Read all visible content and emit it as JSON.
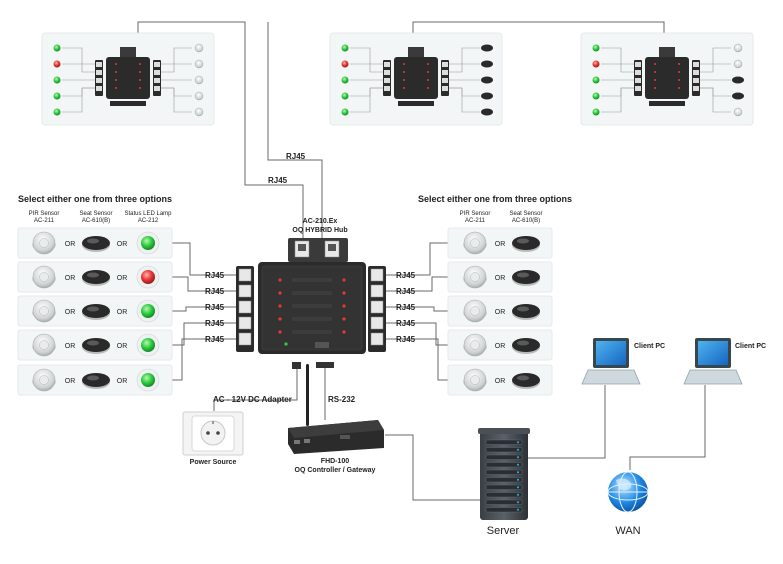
{
  "left_panel": {
    "title": "Select either one from three options",
    "headers": {
      "pir": [
        "PIR Sensor",
        "AC-211"
      ],
      "seat": [
        "Seat Sensor",
        "AC-610(B)"
      ],
      "led": [
        "Status LED Lamp",
        "AC-212"
      ]
    },
    "rows": [
      {
        "or1": "OR",
        "or2": "OR",
        "led": "green"
      },
      {
        "or1": "OR",
        "or2": "OR",
        "led": "red"
      },
      {
        "or1": "OR",
        "or2": "OR",
        "led": "green"
      },
      {
        "or1": "OR",
        "or2": "OR",
        "led": "green"
      },
      {
        "or1": "OR",
        "or2": "OR",
        "led": "green"
      }
    ]
  },
  "right_panel": {
    "title": "Select either one from three options",
    "headers": {
      "pir": [
        "PIR Sensor",
        "AC-211"
      ],
      "seat": [
        "Seat Sensor",
        "AC-610(B)"
      ]
    },
    "rows": [
      {
        "or1": "OR"
      },
      {
        "or1": "OR"
      },
      {
        "or1": "OR"
      },
      {
        "or1": "OR"
      },
      {
        "or1": "OR"
      }
    ]
  },
  "labels": {
    "rj45": "RJ45",
    "hub_model": "AC-210.Ex",
    "hub_name": "OQ HYBRID Hub",
    "adapter": "AC - 12V DC Adapter",
    "rs232": "RS-232",
    "power_source": "Power Source",
    "gateway_model": "FHD-100",
    "gateway_name": "OQ Controller / Gateway",
    "server": "Server",
    "wan": "WAN",
    "client1": "Client PC",
    "client2": "Client PC"
  },
  "colors": {
    "led_green": "#2ecc40",
    "led_red": "#e53935",
    "panel_bg": "#f3f6f6",
    "device_dark": "#2b2b2b",
    "line": "#6a6a6a"
  }
}
